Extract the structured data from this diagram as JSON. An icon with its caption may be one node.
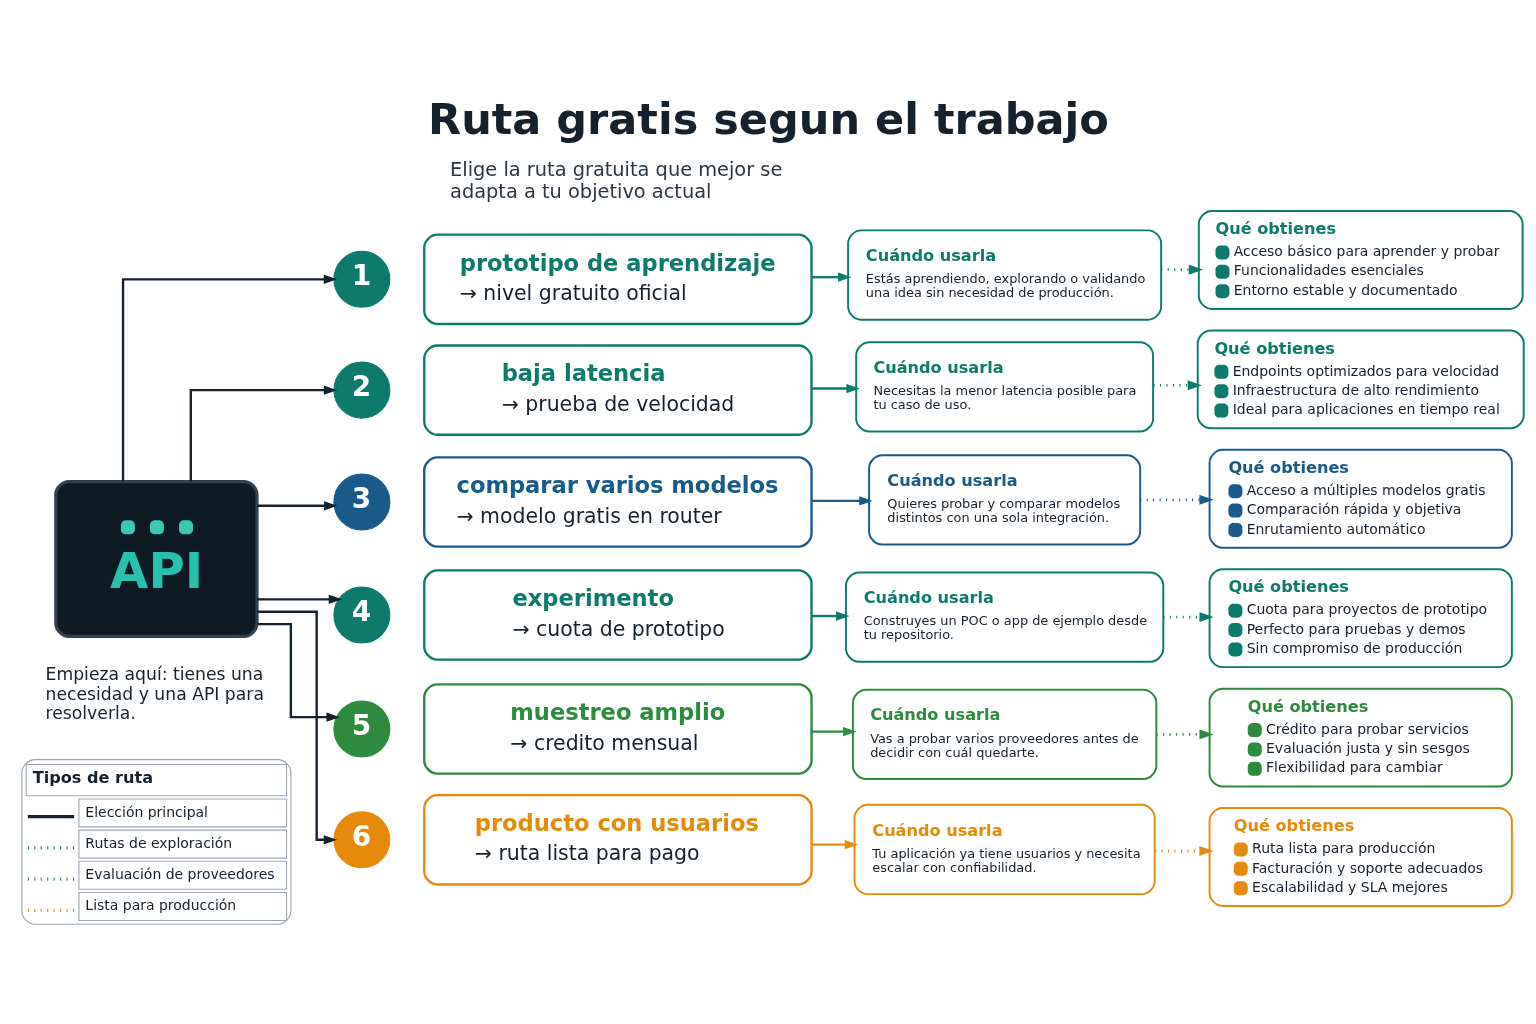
{
  "diagram": {
    "title": "Ruta gratis segun el trabajo",
    "nodes": [
      {
        "text": [
          "API"
        ],
        "beside": [
          "Empieza aquí: tienes una necesidad y una API para resolverla."
        ]
      },
      {
        "text": [
          "1"
        ]
      },
      {
        "text": [
          "prototipo de aprendizaje",
          "→ nivel gratuito oficial"
        ]
      },
      {
        "text": [
          "Cuándo usarla",
          "Estás aprendiendo, explorando o validando una idea sin necesidad de producción."
        ]
      },
      {
        "text": [
          "Qué obtienes",
          "Acceso básico para aprender y probar",
          "Funcionalidades esenciales",
          "Entorno estable y documentado"
        ]
      },
      {
        "text": [
          "2"
        ]
      },
      {
        "text": [
          "baja latencia",
          "→ prueba de velocidad"
        ]
      },
      {
        "text": [
          "Cuándo usarla",
          "Necesitas la menor latencia posible para tu caso de uso."
        ]
      },
      {
        "text": [
          "Qué obtienes",
          "Endpoints optimizados para velocidad",
          "Infraestructura de alto rendimiento",
          "Ideal para aplicaciones en tiempo real"
        ]
      },
      {
        "text": [
          "3"
        ]
      },
      {
        "text": [
          "comparar varios modelos",
          "→ modelo gratis en router"
        ]
      },
      {
        "text": [
          "Cuándo usarla",
          "Quieres probar y comparar modelos distintos con una sola integración."
        ]
      },
      {
        "text": [
          "Qué obtienes",
          "Acceso a múltiples modelos gratis",
          "Comparación rápida y objetiva",
          "Enrutamiento automático"
        ]
      },
      {
        "text": [
          "4"
        ]
      },
      {
        "text": [
          "experimento",
          "→ cuota de prototipo"
        ]
      },
      {
        "text": [
          "Cuándo usarla",
          "Construyes un POC o app de ejemplo desde tu repositorio."
        ]
      },
      {
        "text": [
          "Qué obtienes",
          "Cuota para proyectos de prototipo",
          "Perfecto para pruebas y demos",
          "Sin compromiso de producción"
        ]
      },
      {
        "text": [
          "5"
        ]
      },
      {
        "text": [
          "muestreo amplio",
          "→ credito mensual"
        ]
      },
      {
        "text": [
          "Cuándo usarla",
          "Vas a probar varios proveedores antes de decidir con cuál quedarte."
        ]
      },
      {
        "text": [
          "Qué obtienes",
          "Crédito para probar servicios",
          "Evaluación justa y sin sesgos",
          "Flexibilidad para cambiar"
        ]
      },
      {
        "text": [
          "6"
        ]
      },
      {
        "text": [
          "producto con usuarios",
          "→ ruta lista para pago"
        ]
      },
      {
        "text": [
          "Cuándo usarla",
          "Tu aplicación ya tiene usuarios y necesita escalar con confiabilidad."
        ]
      },
      {
        "text": [
          "Qué obtienes",
          "Ruta lista para producción",
          "Facturación y soporte adecuados",
          "Escalabilidad y SLA mejores"
        ]
      }
    ],
    "edges": [
      {
        "from": 0,
        "to": 1,
        "arrow": "to"
      },
      {
        "from": 0,
        "to": 5,
        "arrow": "to"
      },
      {
        "from": 0,
        "to": 9,
        "arrow": "to"
      },
      {
        "from": 0,
        "to": 13,
        "arrow": "to"
      },
      {
        "from": 0,
        "to": 17,
        "arrow": "to"
      },
      {
        "from": 0,
        "to": 21,
        "arrow": "to"
      },
      {
        "from": 2,
        "to": 3,
        "arrow": "to",
        "color": "#0d7a6c"
      },
      {
        "from": 3,
        "to": 4,
        "arrow": "to",
        "style": "dashed",
        "color": "#0d7a6c"
      },
      {
        "from": 6,
        "to": 7,
        "arrow": "to",
        "color": "#0d7a6c"
      },
      {
        "from": 7,
        "to": 8,
        "arrow": "to",
        "style": "dashed",
        "color": "#0d7a6c"
      },
      {
        "from": 10,
        "to": 11,
        "arrow": "to",
        "color": "#1a5a8a"
      },
      {
        "from": 11,
        "to": 12,
        "arrow": "to",
        "style": "dashed",
        "color": "#1a5a8a"
      },
      {
        "from": 14,
        "to": 15,
        "arrow": "to",
        "color": "#0d7a6c"
      },
      {
        "from": 15,
        "to": 16,
        "arrow": "to",
        "style": "dashed",
        "color": "#0d7a6c"
      },
      {
        "from": 18,
        "to": 19,
        "arrow": "to",
        "color": "#2d8a3e"
      },
      {
        "from": 19,
        "to": 20,
        "arrow": "to",
        "style": "dashed",
        "color": "#2d8a3e"
      },
      {
        "from": 22,
        "to": 23,
        "arrow": "to",
        "color": "#e68a0c"
      },
      {
        "from": 23,
        "to": 24,
        "arrow": "to",
        "style": "dashed",
        "color": "#e68a0c"
      }
    ],
    "labels": [
      "Elige la ruta gratuita que mejor se adapta a tu objetivo actual",
      "Tipos de ruta"
    ],
    "legend": [
      {
        "text": "Elección principal"
      },
      {
        "text": "Rutas de exploración"
      },
      {
        "text": "Evaluación de proveedores"
      },
      {
        "text": "Lista para producción"
      }
    ]
  }
}
